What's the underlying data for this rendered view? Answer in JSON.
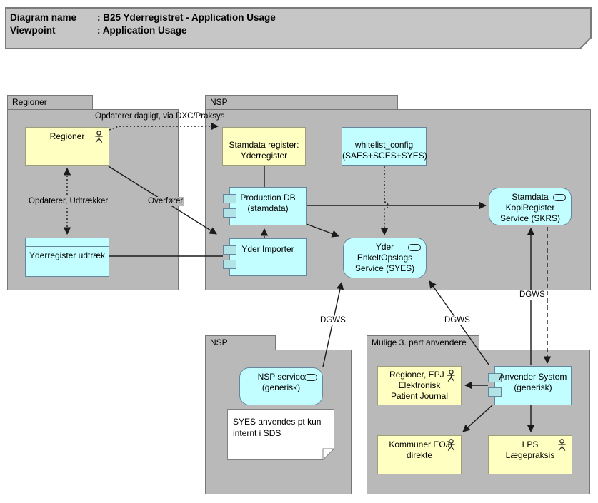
{
  "title": {
    "rows": [
      {
        "label": "Diagram name",
        "value": ": B25 Yderregistret - Application Usage"
      },
      {
        "label": "Viewpoint",
        "value": ": Application Usage"
      }
    ]
  },
  "groups": {
    "regioner": {
      "label": "Regioner"
    },
    "nsp_top": {
      "label": "NSP"
    },
    "nsp_bottom": {
      "label": "NSP"
    },
    "mulige": {
      "label": "Mulige 3. part anvendere"
    }
  },
  "nodes": {
    "regioner_actor": {
      "label": "Regioner"
    },
    "yderregister_udtraek": {
      "label": "Yderregister udtræk"
    },
    "stamdata_register": {
      "label": "Stamdata register:\nYderregister"
    },
    "whitelist_config": {
      "label": "whitelist_config\n(SAES+SCES+SYES)"
    },
    "production_db": {
      "label": "Production DB\n(stamdata)"
    },
    "yder_importer": {
      "label": "Yder Importer"
    },
    "syes": {
      "label": "Yder\nEnkeltOpslags\nService (SYES)"
    },
    "skrs": {
      "label": "Stamdata\nKopiRegister\nService (SKRS)"
    },
    "nsp_service": {
      "label": "NSP service\n(generisk)"
    },
    "note_syes": {
      "label": "SYES anvendes pt kun\ninternt i SDS"
    },
    "epj": {
      "label": "Regioner, EPJ -\nElektronisk\nPatient Journal"
    },
    "anvender_system": {
      "label": "Anvender System\n(generisk)"
    },
    "kommuner_eoj": {
      "label": "Kommuner EOJ\ndirekte"
    },
    "lps": {
      "label": "LPS\nLægepraksis"
    }
  },
  "edge_labels": {
    "opdaterer_dagligt": "Opdaterer dagligt, via DXC/Praksys",
    "opdaterer_udtraekker": "Opdaterer, Udtrækker",
    "overfoerer": "Overfører",
    "dgws_nsp": "DGWS",
    "dgws_anvender": "DGWS",
    "dgws_skrs": "DGWS"
  },
  "colors": {
    "group_fill": "#b9b9b9",
    "title_fill": "#c6c6c6",
    "cyan_fill": "#c2feff",
    "cyan_border": "#64869e",
    "yellow_fill": "#ffffc2",
    "yellow_border": "#9e9e78",
    "line": "#1a1a1a"
  }
}
